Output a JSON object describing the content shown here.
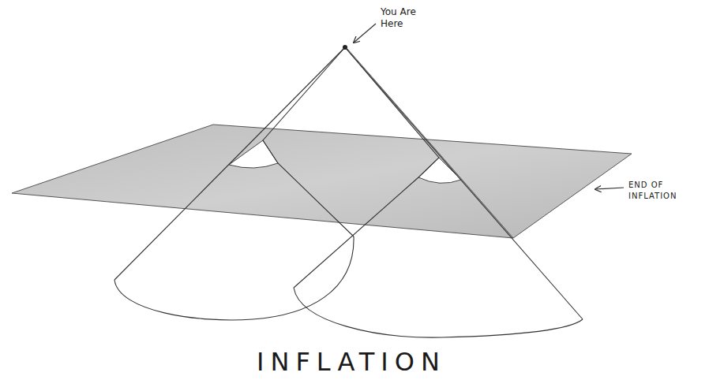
{
  "diagram": {
    "caption": "INFLATION",
    "labels": [
      "You Are Here",
      "END OF INFLATION"
    ]
  }
}
